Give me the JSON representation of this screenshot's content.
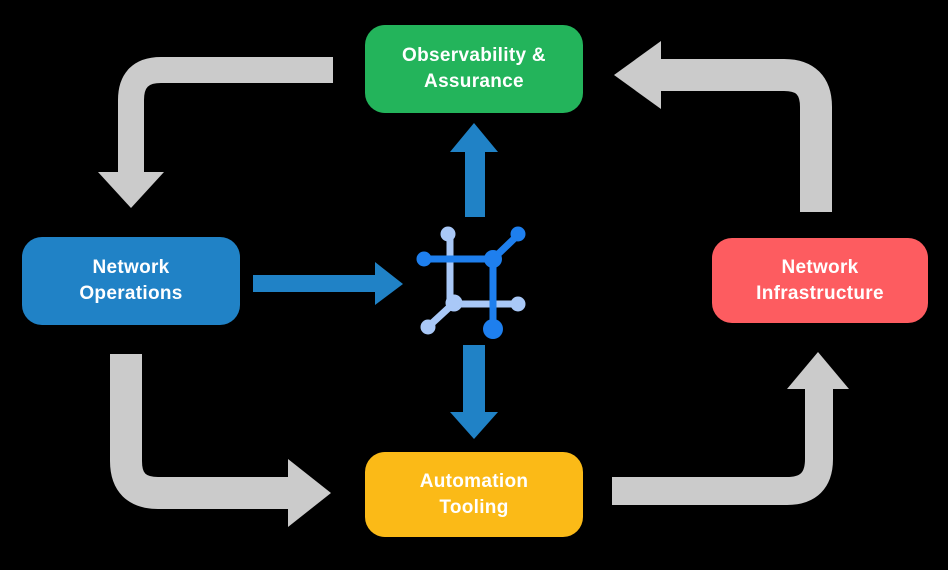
{
  "background_color": "#000000",
  "diagram": {
    "type": "cycle-flow",
    "nodes": {
      "observability": {
        "label": "Observability &\nAssurance",
        "color": "#23b45b",
        "text_color": "#ffffff"
      },
      "operations": {
        "label": "Network\nOperations",
        "color": "#2082c6",
        "text_color": "#ffffff"
      },
      "infrastructure": {
        "label": "Network\nInfrastructure",
        "color": "#fd5c60",
        "text_color": "#ffffff"
      },
      "tooling": {
        "label": "Automation\nTooling",
        "color": "#fbba17",
        "text_color": "#ffffff"
      }
    },
    "center_icon": {
      "name": "network-automation-icon",
      "color_dark": "#1e7fee",
      "color_light": "#a9c8f7"
    },
    "arrows": {
      "gray_color": "#cbcbcb",
      "blue_color": "#2082c6",
      "flow": [
        {
          "from": "Observability & Assurance",
          "to": "Network Operations",
          "style": "gray"
        },
        {
          "from": "Network Operations",
          "to": "Automation Tooling",
          "style": "gray"
        },
        {
          "from": "Automation Tooling",
          "to": "Network Infrastructure",
          "style": "gray"
        },
        {
          "from": "Network Infrastructure",
          "to": "Observability & Assurance",
          "style": "gray"
        },
        {
          "from": "Network Operations",
          "to": "center-icon",
          "style": "blue"
        },
        {
          "from": "center-icon",
          "to": "Observability & Assurance",
          "style": "blue"
        },
        {
          "from": "center-icon",
          "to": "Automation Tooling",
          "style": "blue"
        }
      ]
    }
  }
}
